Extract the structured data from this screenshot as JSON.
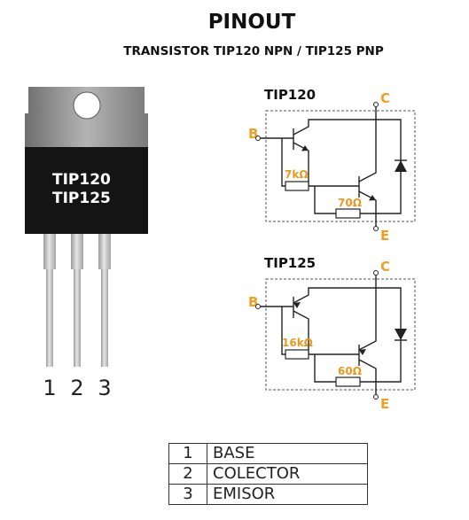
{
  "title": "PINOUT",
  "subtitle": "TRANSISTOR TIP120 NPN / TIP125 PNP",
  "package": {
    "label_line1": "TIP120",
    "label_line2": "TIP125",
    "pins": [
      "1",
      "2",
      "3"
    ]
  },
  "schematics": [
    {
      "name": "TIP120",
      "terminals": {
        "base": "B",
        "collector": "C",
        "emitter": "E"
      },
      "r1": "7kΩ",
      "r2": "70Ω"
    },
    {
      "name": "TIP125",
      "terminals": {
        "base": "B",
        "collector": "C",
        "emitter": "E"
      },
      "r1": "16kΩ",
      "r2": "60Ω"
    }
  ],
  "pin_table": [
    {
      "num": "1",
      "name": "BASE"
    },
    {
      "num": "2",
      "name": "COLECTOR"
    },
    {
      "num": "3",
      "name": "EMISOR"
    }
  ],
  "colors": {
    "accent": "#f0a020",
    "chip": "#141414",
    "tab": "#8c8c8c"
  }
}
